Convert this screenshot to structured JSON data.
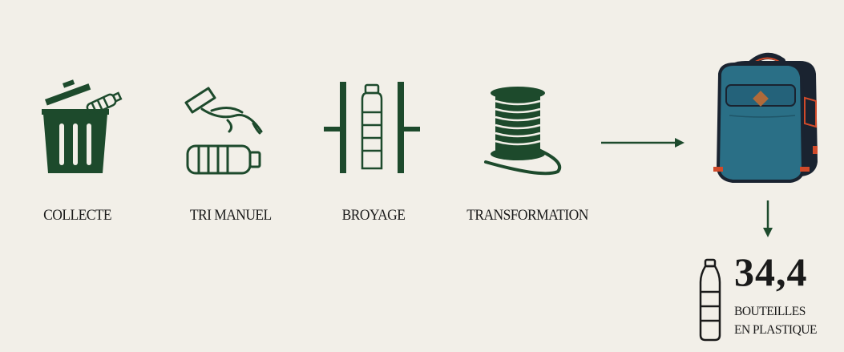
{
  "colors": {
    "background": "#f2efe8",
    "icon_green": "#1d4a2c",
    "text": "#1a1a1a",
    "backpack_blue": "#2a6f86",
    "backpack_navy": "#1a2330",
    "accent_red": "#d04a2a"
  },
  "steps": [
    {
      "label": "COLLECTE",
      "icon": "trash-bin-with-bottle-icon"
    },
    {
      "label": "TRI MANUEL",
      "icon": "hand-sorting-bottle-icon"
    },
    {
      "label": "BROYAGE",
      "icon": "bottle-crusher-icon"
    },
    {
      "label": "TRANSFORMATION",
      "icon": "thread-spool-icon"
    }
  ],
  "result": {
    "icon": "backpack-product-image"
  },
  "stat": {
    "value": "34,4",
    "line1": "BOUTEILLES",
    "line2": "EN PLASTIQUE",
    "icon": "plastic-bottle-icon"
  }
}
